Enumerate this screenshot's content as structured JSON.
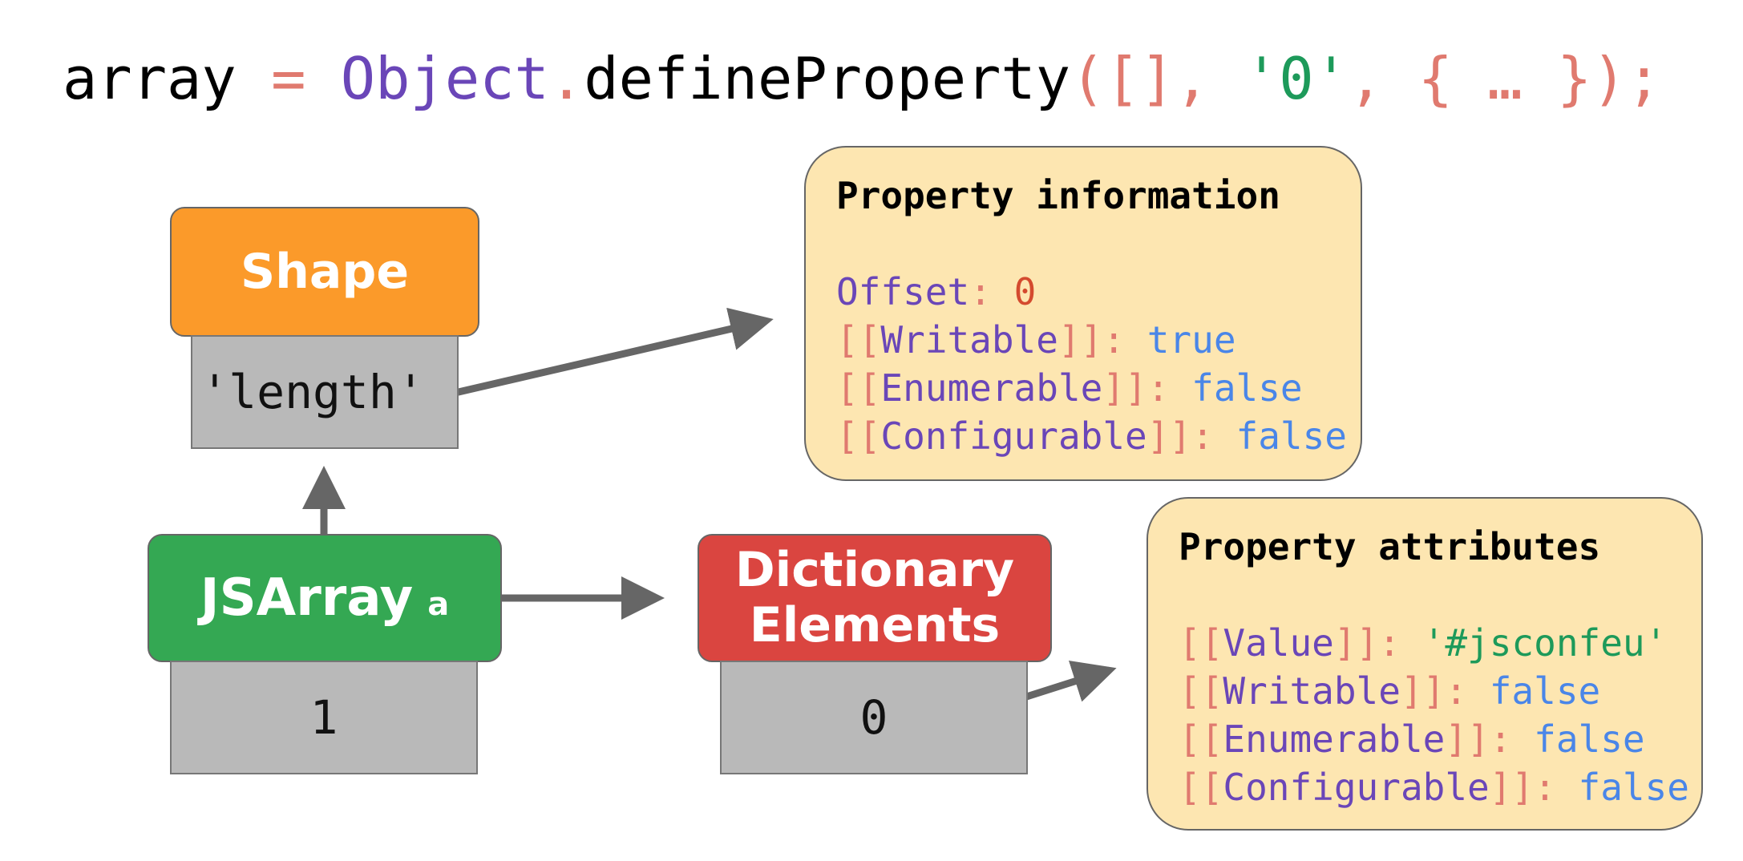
{
  "code": {
    "var": "array",
    "eq": " = ",
    "obj": "Object",
    "dot": ".",
    "fn": "defineProperty",
    "open": "([], ",
    "key": "'0'",
    "rest": ", { … });"
  },
  "shape": {
    "label": "Shape",
    "slot": "'length'"
  },
  "jsarray": {
    "label": "JSArray",
    "suffix": "a",
    "slot": "1"
  },
  "dict": {
    "line1": "Dictionary",
    "line2": "Elements",
    "slot": "0"
  },
  "property_info": {
    "title": "Property information",
    "offset_key": "Offset",
    "offset_val": "0",
    "rows": [
      {
        "name": "Writable",
        "value": "true"
      },
      {
        "name": "Enumerable",
        "value": "false"
      },
      {
        "name": "Configurable",
        "value": "false"
      }
    ]
  },
  "property_attributes": {
    "title": "Property attributes",
    "value_name": "Value",
    "value_val": "'#jsconfeu'",
    "rows": [
      {
        "name": "Writable",
        "value": "false"
      },
      {
        "name": "Enumerable",
        "value": "false"
      },
      {
        "name": "Configurable",
        "value": "false"
      }
    ]
  },
  "colors": {
    "shape": "#fb9a2a",
    "jsarray": "#34a853",
    "dict": "#da4540",
    "panel": "#fde6b1",
    "slot": "#b9b9b9",
    "arrow": "#666666"
  }
}
